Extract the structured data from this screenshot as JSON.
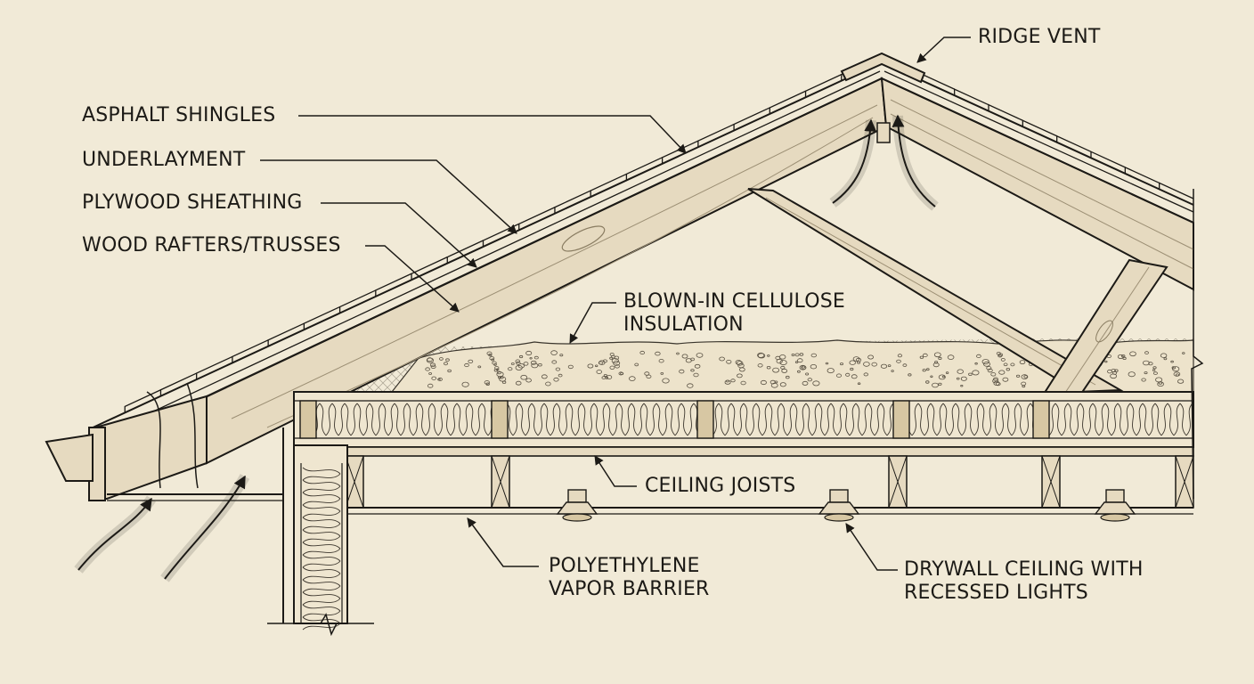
{
  "diagram": {
    "palette": {
      "paper": "#f1ead7",
      "ink": "#1c1a16",
      "wood": "#e6dac0",
      "wood_dark": "#d7c7a3",
      "insulation_fill": "#ede3cb"
    },
    "labels": {
      "asphalt_shingles": "ASPHALT SHINGLES",
      "underlayment": "UNDERLAYMENT",
      "plywood_sheathing": "PLYWOOD SHEATHING",
      "wood_rafters": "WOOD RAFTERS/TRUSSES",
      "ridge_vent": "RIDGE VENT",
      "cellulose_line1": "BLOWN-IN CELLULOSE",
      "cellulose_line2": "INSULATION",
      "ceiling_joists": "CEILING JOISTS",
      "vapor_line1": "POLYETHYLENE",
      "vapor_line2": "VAPOR BARRIER",
      "drywall_line1": "DRYWALL CEILING WITH",
      "drywall_line2": "RECESSED LIGHTS"
    }
  }
}
